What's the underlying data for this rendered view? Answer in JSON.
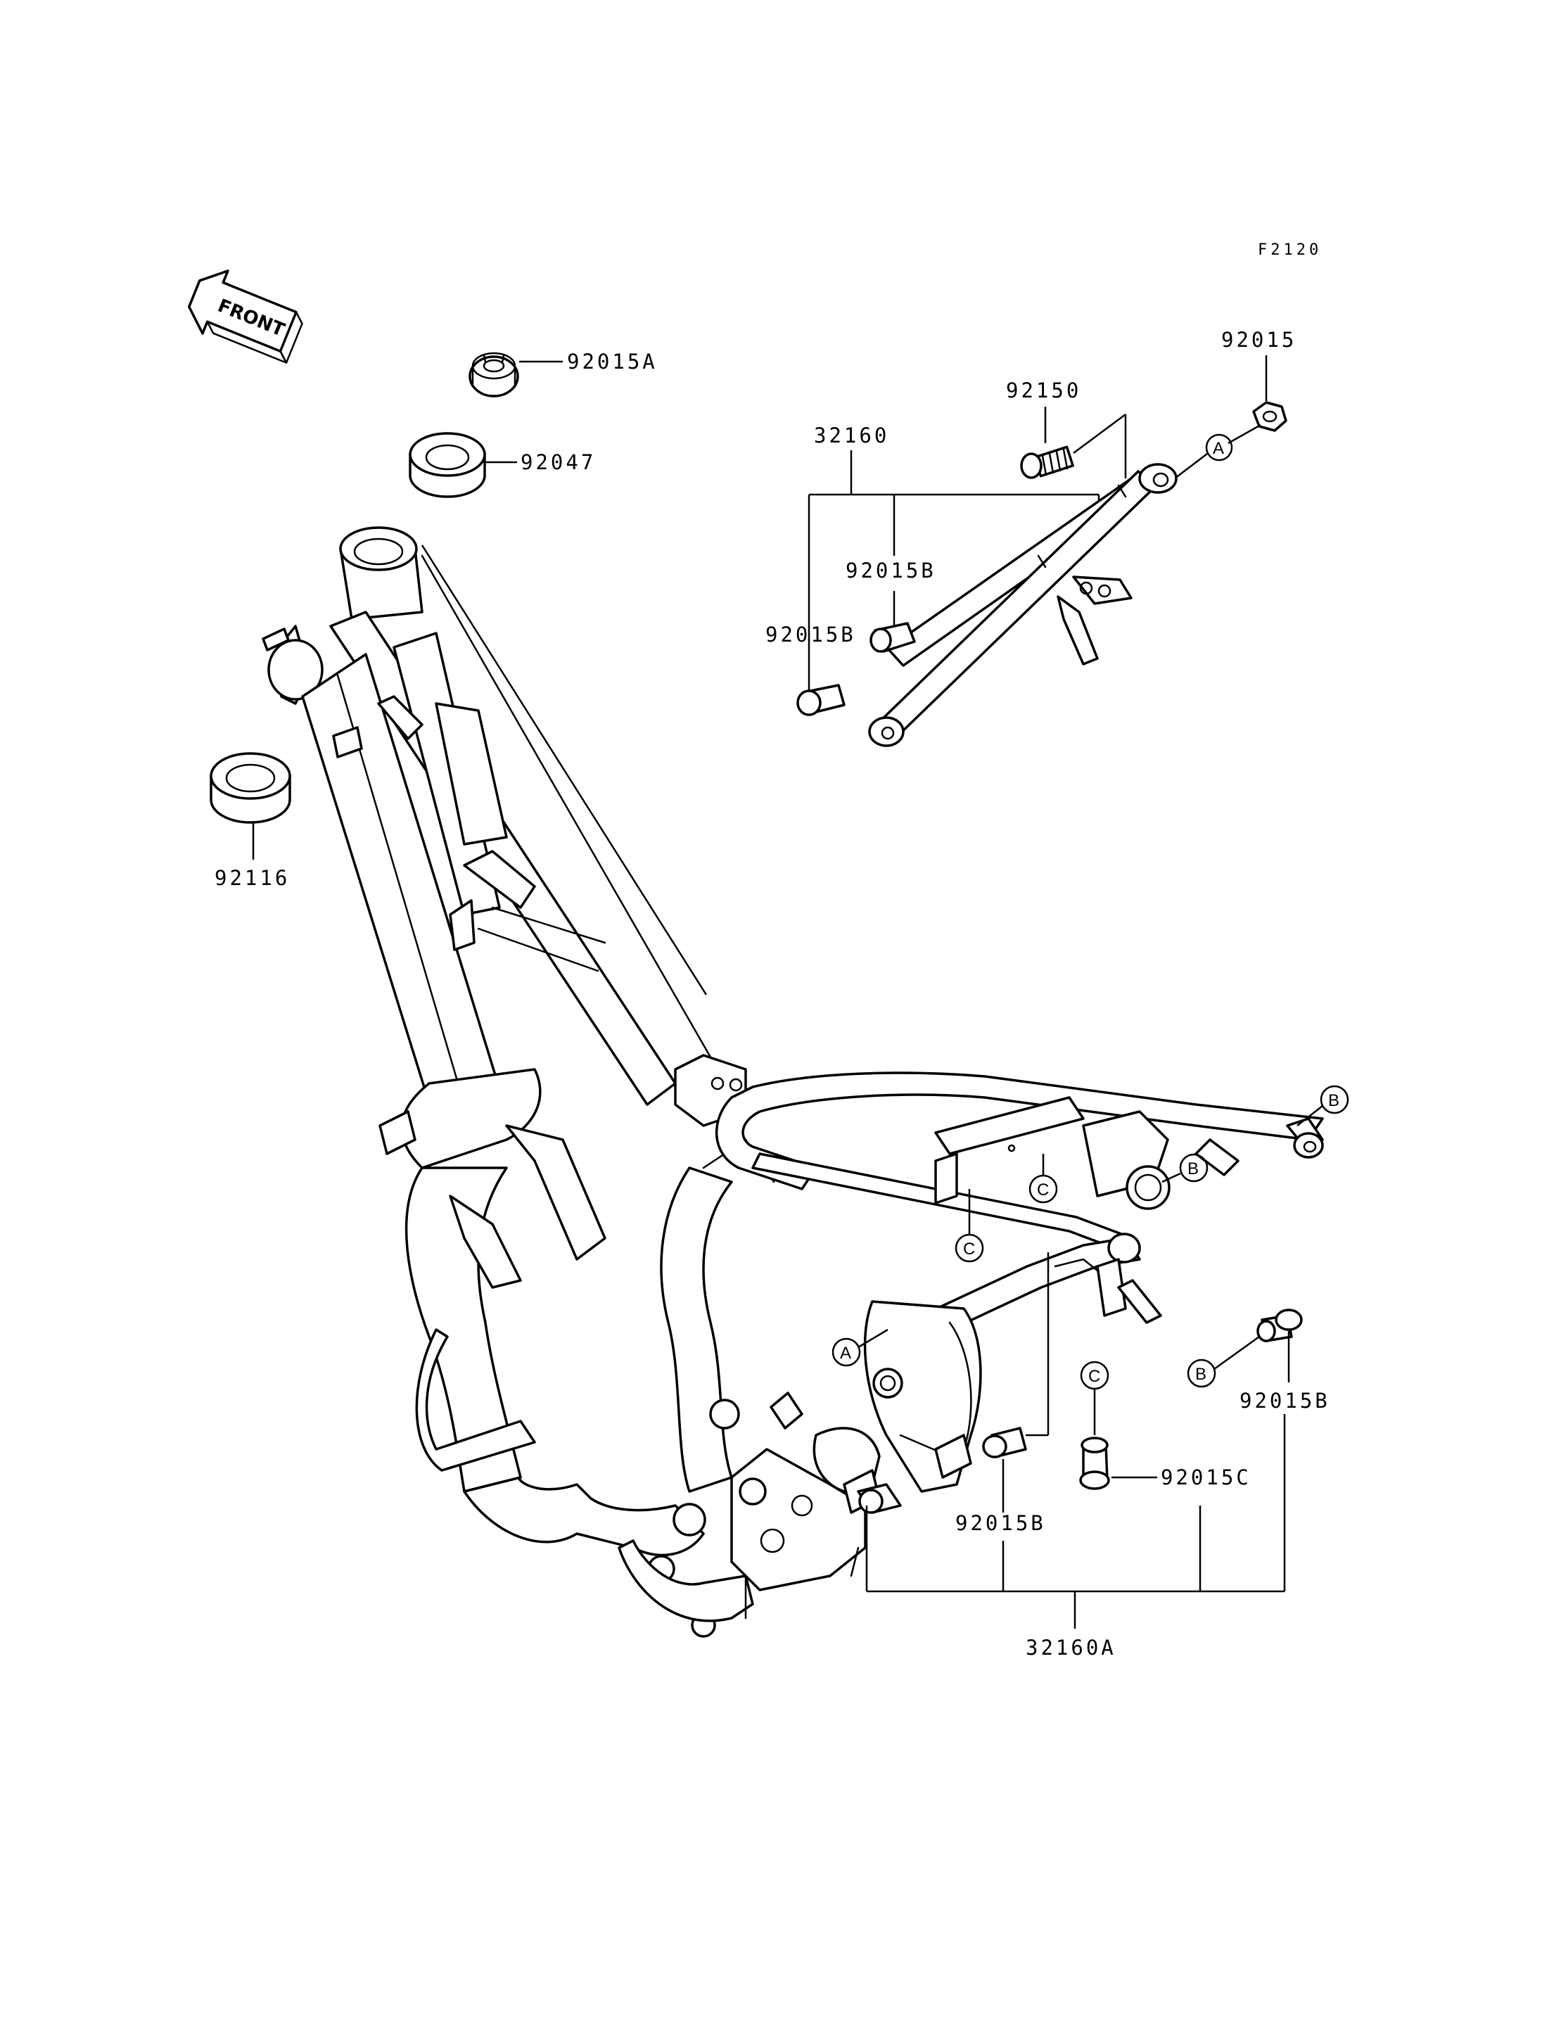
{
  "diagram_code": "F2120",
  "front_arrow": {
    "label": "FRONT",
    "icon": "front-arrow-icon"
  },
  "parts": {
    "p92015A": "92015A",
    "p92047": "92047",
    "p92116": "92116",
    "p32160": "32160",
    "p92150": "92150",
    "p92015": "92015",
    "p92015B_upper_right": "92015B",
    "p92015B_upper_left": "92015B",
    "p92015B_lower": "92015B",
    "p92015B_right": "92015B",
    "p92015C": "92015C",
    "p32160A": "32160A"
  },
  "callouts": {
    "a_upper": "A",
    "a_lower": "A",
    "b_top": "B",
    "b_mid": "B",
    "b_lower": "B",
    "c_1": "C",
    "c_2": "C",
    "c_3": "C"
  }
}
